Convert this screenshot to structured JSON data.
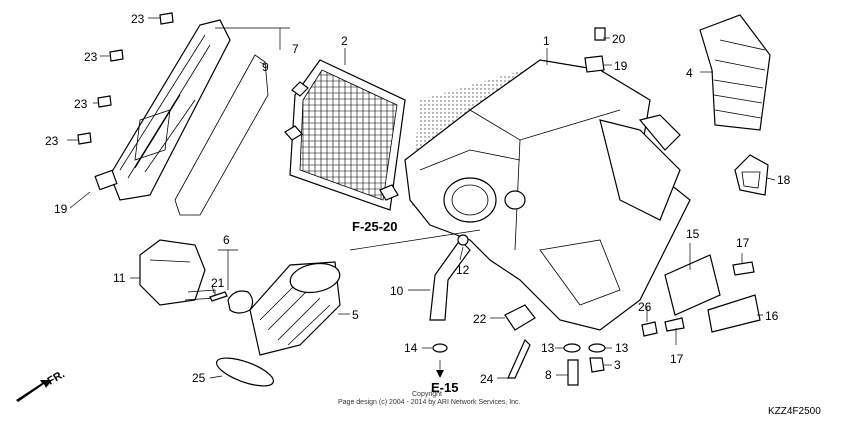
{
  "diagram": {
    "callouts": {
      "c1": "1",
      "c2": "2",
      "c4": "4",
      "c5": "5",
      "c6": "6",
      "c7": "7",
      "c8": "8",
      "c9": "9",
      "c10": "10",
      "c11": "11",
      "c12": "12",
      "c13a": "13",
      "c13b": "13",
      "c14": "14",
      "c15": "15",
      "c16": "16",
      "c17a": "17",
      "c17b": "17",
      "c18": "18",
      "c19a": "19",
      "c19b": "19",
      "c20": "20",
      "c21": "21",
      "c22": "22",
      "c23a": "23",
      "c23b": "23",
      "c23c": "23",
      "c23d": "23",
      "c24": "24",
      "c25": "25",
      "c26": "26",
      "c3": "3"
    },
    "references": {
      "f2520": "F-25-20",
      "e15": "E-15"
    },
    "front_label": "FR.",
    "copyright_line1": "Copyright",
    "copyright_line2": "Page design (c) 2004 - 2014 by ARI Network Services, Inc.",
    "diagram_code": "KZZ4F2500"
  }
}
